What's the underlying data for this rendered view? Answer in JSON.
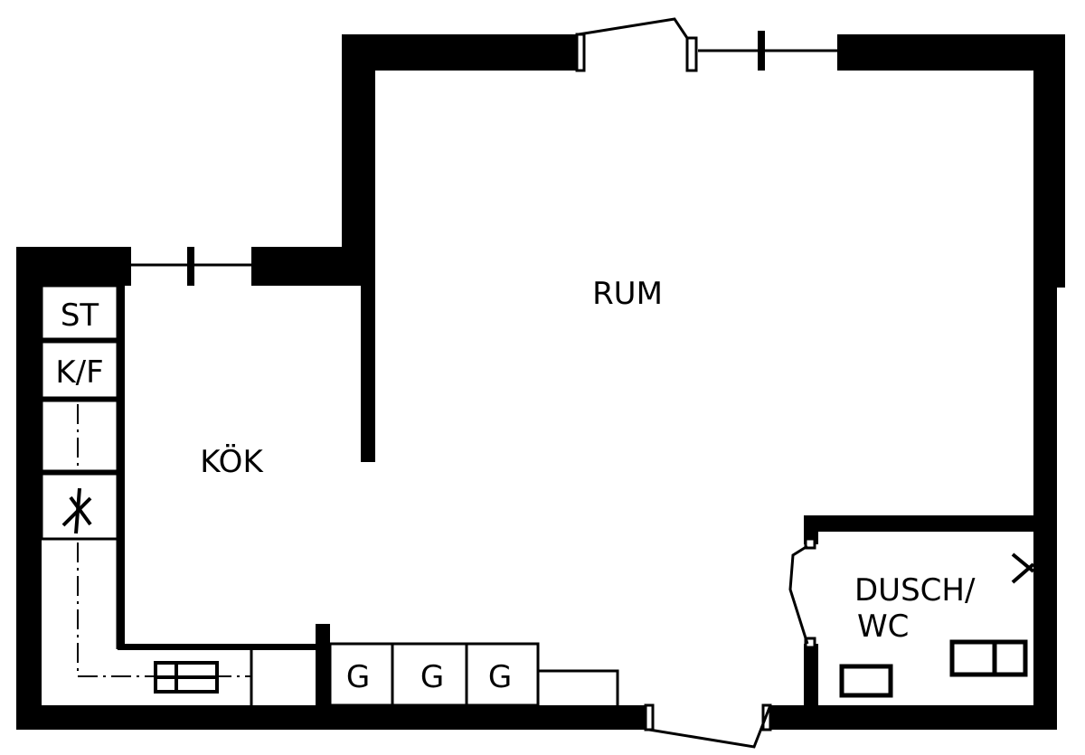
{
  "plan": {
    "rooms": {
      "living": "RUM",
      "kitchen": "KÖK",
      "bathroom_line1": "DUSCH/",
      "bathroom_line2": "WC"
    },
    "kitchen_units": {
      "stove": "ST",
      "fridge_freezer": "K/F"
    },
    "closets": [
      "G",
      "G",
      "G"
    ]
  }
}
